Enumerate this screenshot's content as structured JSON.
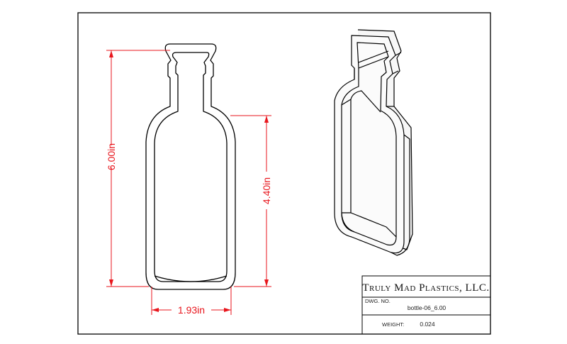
{
  "company": "Truly Mad Plastics, LLC.",
  "dwg_no_label": "DWG. NO.",
  "dwg_no": "bottle-06_6.00",
  "weight_label": "WEIGHT:",
  "weight": "0.024",
  "dimensions": {
    "overall_height": "6.00in",
    "body_height": "4.40in",
    "width": "1.93in"
  },
  "colors": {
    "dimension": "#e8161d",
    "outline": "#000000",
    "iso_fill": "#f4f4f4"
  }
}
